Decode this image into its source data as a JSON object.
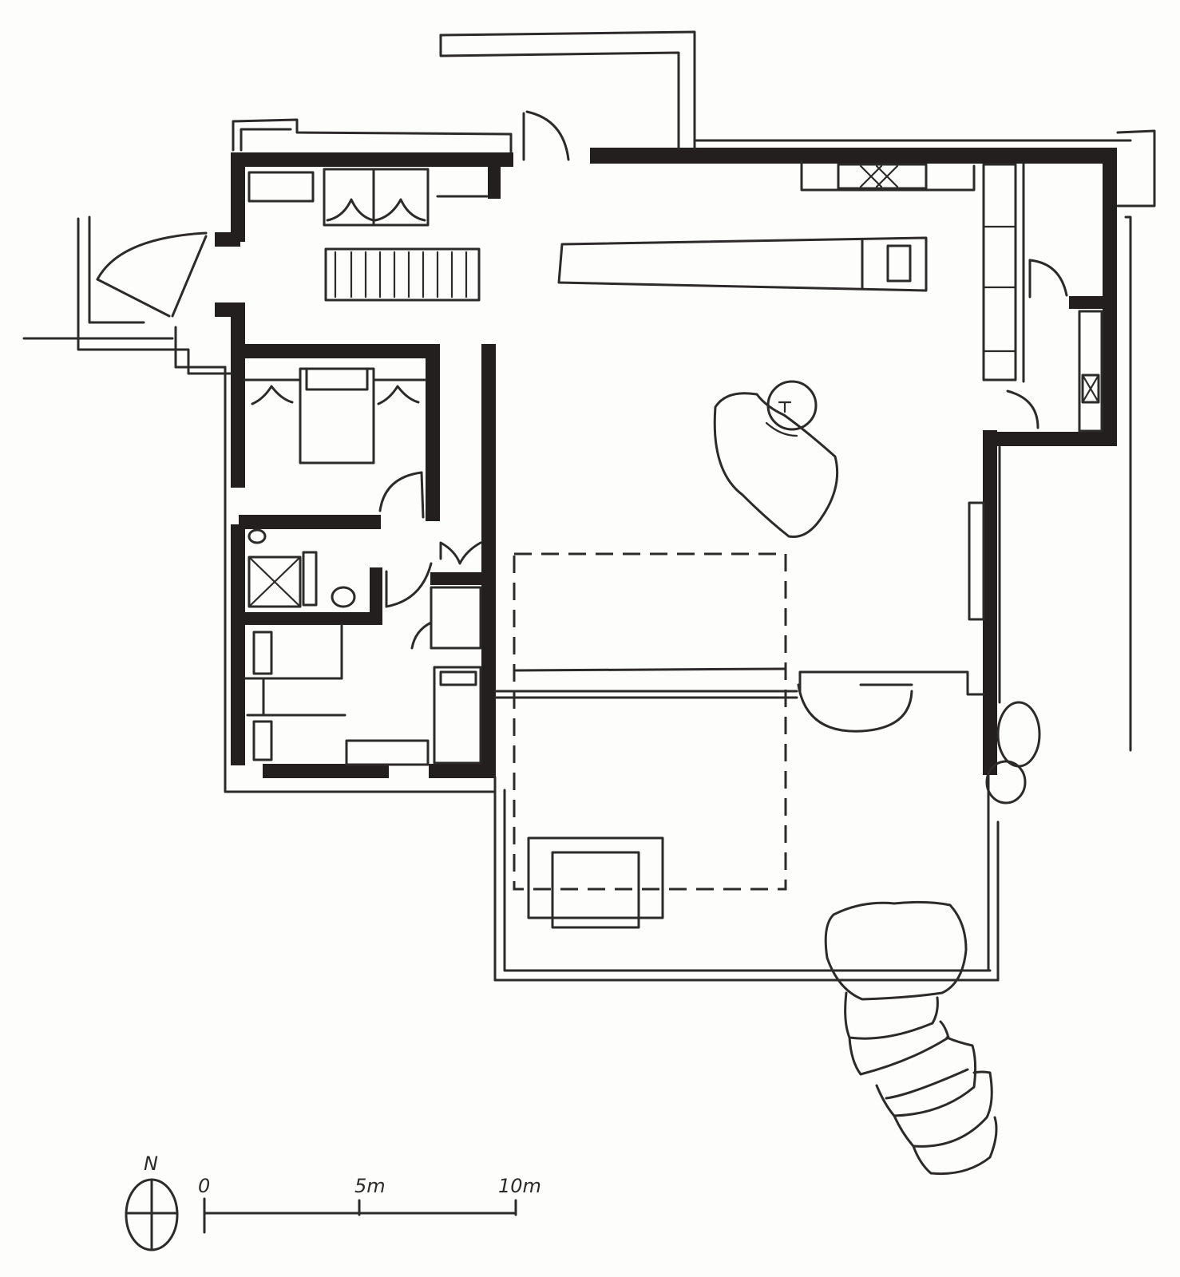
{
  "drawing": {
    "type": "hand-drawn architectural floor plan",
    "ink_color": "#2c2a2a",
    "wall_fill": "#231f1f",
    "paper_color": "#fdfdfb"
  },
  "north_arrow": {
    "label": "N"
  },
  "scale_bar": {
    "ticks": [
      {
        "label": "0",
        "value_m": 0
      },
      {
        "label": "5m",
        "value_m": 5
      },
      {
        "label": "10m",
        "value_m": 10
      }
    ]
  }
}
